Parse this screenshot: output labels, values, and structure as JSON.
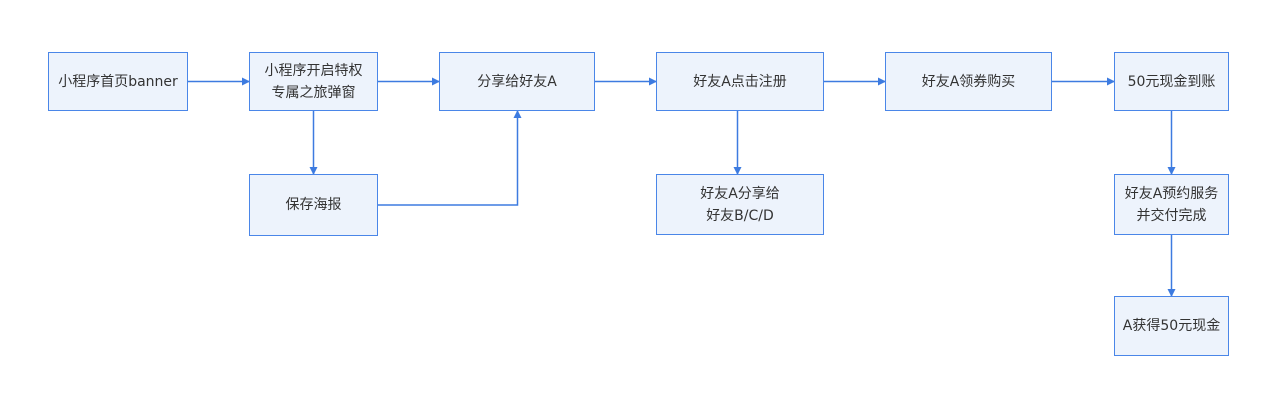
{
  "diagram": {
    "nodes": [
      {
        "id": "n1",
        "label": "小程序首页banner"
      },
      {
        "id": "n2",
        "label": "小程序开启特权\n专属之旅弹窗"
      },
      {
        "id": "n3",
        "label": "分享给好友A"
      },
      {
        "id": "n4",
        "label": "好友A点击注册"
      },
      {
        "id": "n5",
        "label": "好友A领券购买"
      },
      {
        "id": "n6",
        "label": "50元现金到账"
      },
      {
        "id": "n7",
        "label": "保存海报"
      },
      {
        "id": "n8",
        "label": "好友A分享给\n好友B/C/D"
      },
      {
        "id": "n9",
        "label": "好友A预约服务\n并交付完成"
      },
      {
        "id": "n10",
        "label": "A获得50元现金"
      }
    ],
    "edges": [
      {
        "from": "n1",
        "to": "n2"
      },
      {
        "from": "n2",
        "to": "n3"
      },
      {
        "from": "n3",
        "to": "n4"
      },
      {
        "from": "n4",
        "to": "n5"
      },
      {
        "from": "n5",
        "to": "n6"
      },
      {
        "from": "n2",
        "to": "n7"
      },
      {
        "from": "n7",
        "to": "n3"
      },
      {
        "from": "n4",
        "to": "n8"
      },
      {
        "from": "n6",
        "to": "n9"
      },
      {
        "from": "n9",
        "to": "n10"
      }
    ],
    "colors": {
      "box_fill": "#edf3fc",
      "box_border": "#4a86e8",
      "arrow": "#3d7be0",
      "text": "#333333"
    }
  }
}
